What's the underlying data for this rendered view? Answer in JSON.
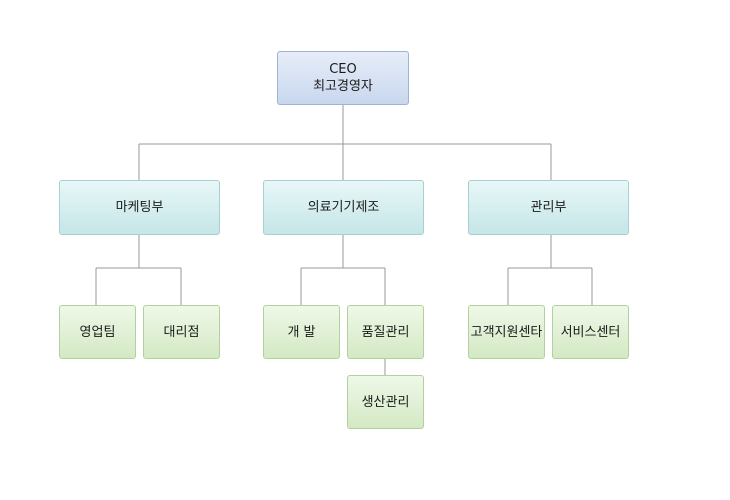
{
  "org": {
    "ceo": {
      "title_en": "CEO",
      "title_ko": "최고경영자"
    },
    "departments": [
      {
        "label": "마케팅부",
        "teams": [
          {
            "label": "영업팀"
          },
          {
            "label": "대리점"
          }
        ]
      },
      {
        "label": "의료기기제조",
        "teams": [
          {
            "label": "개 발"
          },
          {
            "label": "품질관리"
          },
          {
            "label": "생산관리"
          }
        ]
      },
      {
        "label": "관리부",
        "teams": [
          {
            "label": "고객지원센타"
          },
          {
            "label": "서비스센터"
          }
        ]
      }
    ]
  }
}
